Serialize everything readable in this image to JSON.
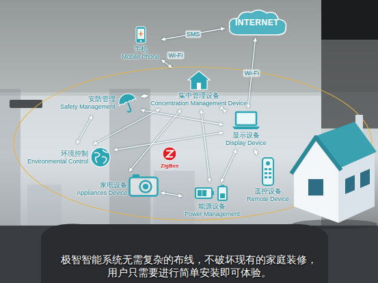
{
  "diagram": {
    "caption": "极智智能系统无需复杂的布线，不破坏现有的家庭装修， 用户只需要进行简单安装即可体验。",
    "nodes": [
      {
        "text": [
          "INTERNET"
        ]
      },
      {
        "text": [
          "手机",
          "Mobile Phone"
        ]
      },
      {
        "text": [
          "集中管理设备",
          "Concentration Management Device"
        ]
      },
      {
        "text": [
          "安防管理",
          "Safety Management"
        ]
      },
      {
        "text": [
          "显示设备",
          "Display Device"
        ]
      },
      {
        "text": [
          "ZigBee"
        ]
      },
      {
        "text": [
          "环境控制",
          "Environmental Control"
        ]
      },
      {
        "text": [
          "遥控设备",
          "Remote Device"
        ]
      },
      {
        "text": [
          "家电设备",
          "Appliances Device"
        ]
      },
      {
        "text": [
          "能源设备",
          "Power Management"
        ]
      }
    ],
    "edges": [
      {
        "from": 1,
        "to": 0,
        "label": "SMS",
        "arrow": "both"
      },
      {
        "from": 1,
        "to": 2,
        "label": "Wi-Fi",
        "arrow": "both"
      },
      {
        "from": 0,
        "to": 4,
        "label": "Wi-Fi",
        "arrow": "both"
      },
      {
        "from": 2,
        "to": 3,
        "arrow": "both"
      },
      {
        "from": 2,
        "to": 4,
        "arrow": "both"
      },
      {
        "from": 2,
        "to": 6,
        "arrow": "both"
      },
      {
        "from": 2,
        "to": 8,
        "arrow": "both"
      },
      {
        "from": 2,
        "to": 9,
        "arrow": "both"
      },
      {
        "from": 3,
        "to": 4,
        "arrow": "both"
      },
      {
        "from": 3,
        "to": 6,
        "arrow": "both"
      },
      {
        "from": 6,
        "to": 4,
        "arrow": "both"
      },
      {
        "from": 4,
        "to": 7,
        "arrow": "both"
      },
      {
        "from": 8,
        "to": 9,
        "arrow": "both"
      },
      {
        "from": 9,
        "to": 4,
        "arrow": "both"
      }
    ]
  }
}
